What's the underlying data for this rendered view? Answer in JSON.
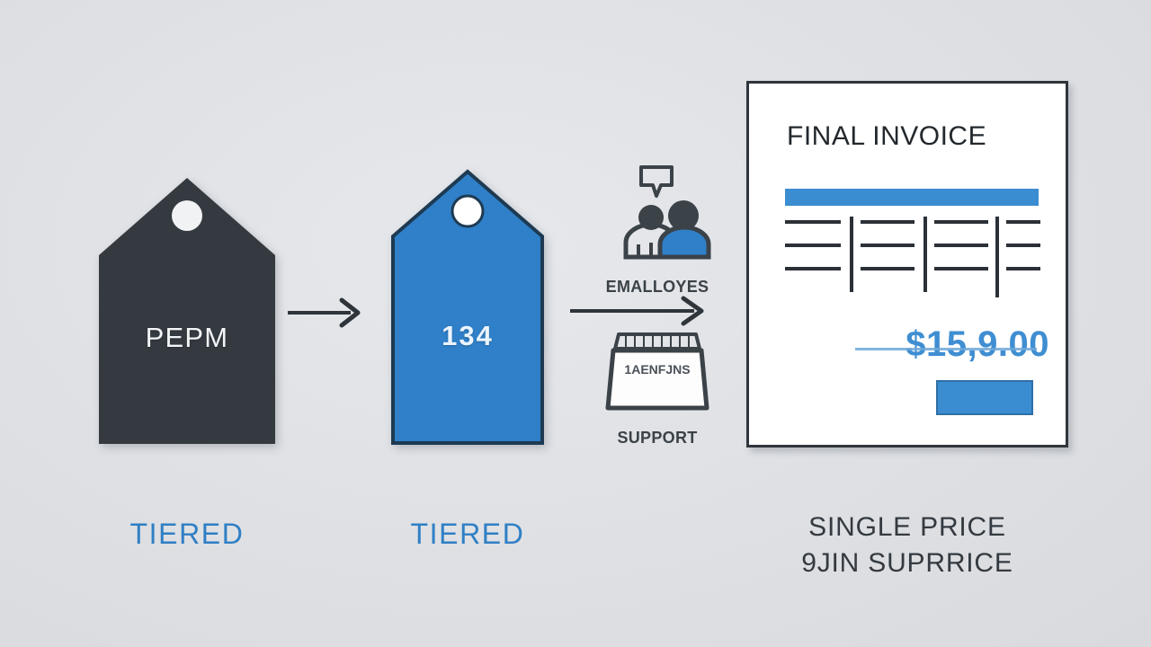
{
  "theme": {
    "background": "#dfe1e5",
    "accent_blue": "#3b8dd1",
    "tag_dark": "#343a40",
    "tag_blue": "#2f80c8",
    "text_dark": "#23282d",
    "caption_blue": "#2f7fc4"
  },
  "tags": [
    {
      "id": "tag-pepm",
      "label": "PEPM",
      "caption": "TIERED",
      "fill": "#343a40"
    },
    {
      "id": "tag-count",
      "label": "134",
      "caption": "TIERED",
      "fill": "#2f80c8"
    }
  ],
  "icons": [
    {
      "id": "employees",
      "caption": "EMALLOYES",
      "glyph": "people-with-speech-bubble-icon"
    },
    {
      "id": "support",
      "caption": "SUPPORT",
      "glyph": "support-box-icon",
      "box_text": "1AENFJNS"
    }
  ],
  "arrows": [
    {
      "id": "arrow-1",
      "direction": "right"
    },
    {
      "id": "arrow-2",
      "direction": "right"
    }
  ],
  "invoice": {
    "title": "FINAL INVOICE",
    "total": "$15,9.00",
    "table": {
      "columns": 4,
      "rows_per_column": 3
    },
    "button_label": "",
    "caption_line1": "SINGLE PRICE",
    "caption_line2": "9JIN SUPRRICE"
  }
}
